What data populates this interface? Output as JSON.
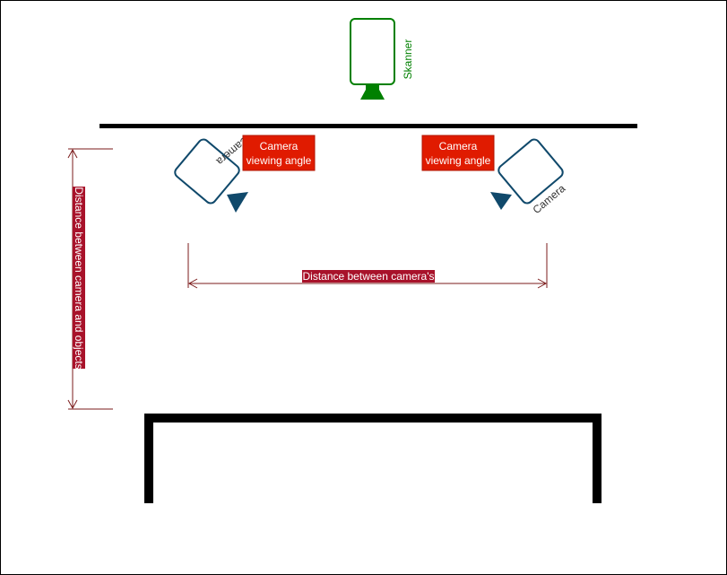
{
  "scanner": {
    "label": "Skanner"
  },
  "cameras": [
    {
      "label": "Camera",
      "angle_label_line1": "Camera",
      "angle_label_line2": "viewing angle"
    },
    {
      "label": "Camera",
      "angle_label_line1": "Camera",
      "angle_label_line2": "viewing angle"
    }
  ],
  "dimensions": {
    "horizontal": "Distance between camera's",
    "vertical": "Distance between camera and objects"
  },
  "colors": {
    "scanner": "#008000",
    "camera": "#10496b",
    "label_box": "#e01b00",
    "dimension": "#7b1b1b",
    "rail": "#000000"
  }
}
